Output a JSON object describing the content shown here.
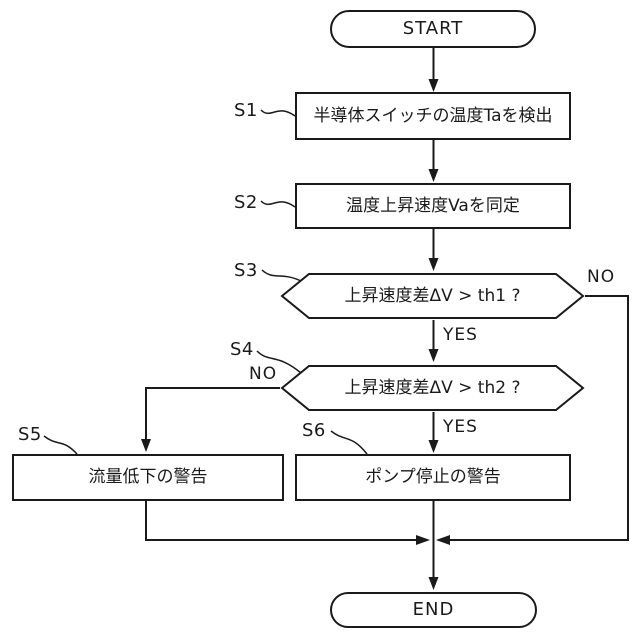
{
  "flowchart": {
    "terminators": {
      "start": "START",
      "end": "END"
    },
    "steps": {
      "s1": {
        "label": "S1",
        "text": "半導体スイッチの温度Taを検出"
      },
      "s2": {
        "label": "S2",
        "text": "温度上昇速度Vaを同定"
      },
      "s3": {
        "label": "S3",
        "text": "上昇速度差ΔV > th1 ?",
        "yes_label": "YES",
        "no_label": "NO"
      },
      "s4": {
        "label": "S4",
        "text": "上昇速度差ΔV > th2 ?",
        "yes_label": "YES",
        "no_label": "NO"
      },
      "s5": {
        "label": "S5",
        "text": "流量低下の警告"
      },
      "s6": {
        "label": "S6",
        "text": "ポンプ停止の警告"
      }
    },
    "colors": {
      "line": "#1a1a1a",
      "background": "#ffffff"
    }
  }
}
